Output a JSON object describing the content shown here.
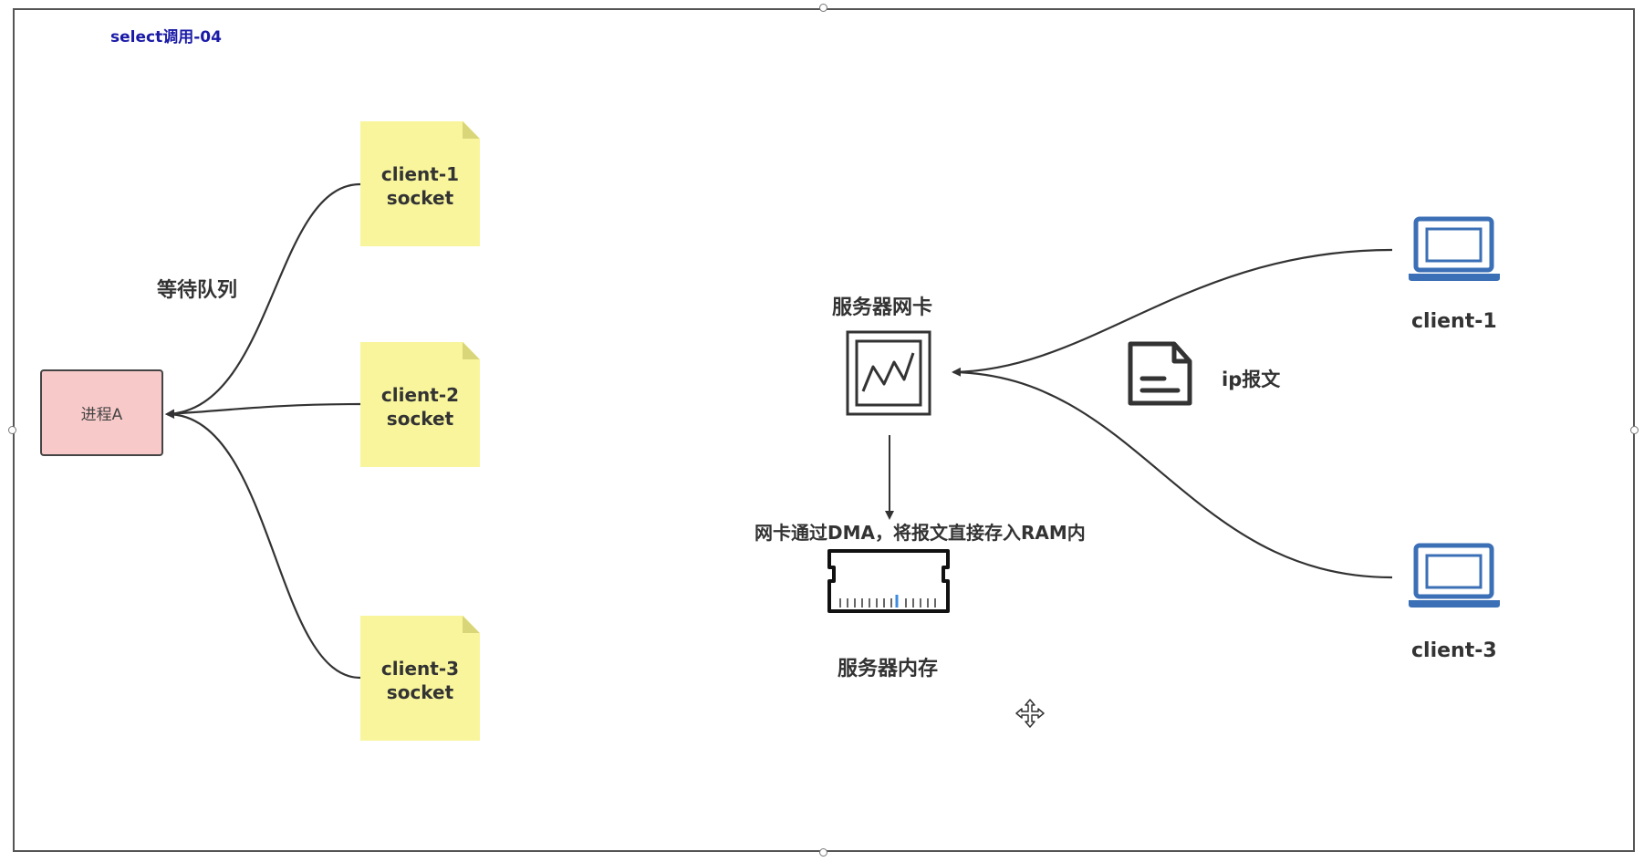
{
  "title": "select调用-04",
  "process": {
    "label": "进程A"
  },
  "queue_label": "等待队列",
  "sockets": [
    {
      "line1": "client-1",
      "line2": "socket"
    },
    {
      "line1": "client-2",
      "line2": "socket"
    },
    {
      "line1": "client-3",
      "line2": "socket"
    }
  ],
  "nic": {
    "label": "服务器网卡",
    "icon": "network-card-icon"
  },
  "dma_text": "网卡通过DMA，将报文直接存入RAM内",
  "memory": {
    "label": "服务器内存",
    "icon": "ram-module-icon"
  },
  "packet": {
    "label": "ip报文",
    "icon": "document-icon"
  },
  "clients": [
    {
      "label": "client-1",
      "icon": "laptop-icon"
    },
    {
      "label": "client-3",
      "icon": "laptop-icon"
    }
  ],
  "colors": {
    "note": "#f8f59c",
    "process": "#f8c9c9",
    "laptop": "#3b6fb6",
    "title": "#1a1aa8"
  }
}
